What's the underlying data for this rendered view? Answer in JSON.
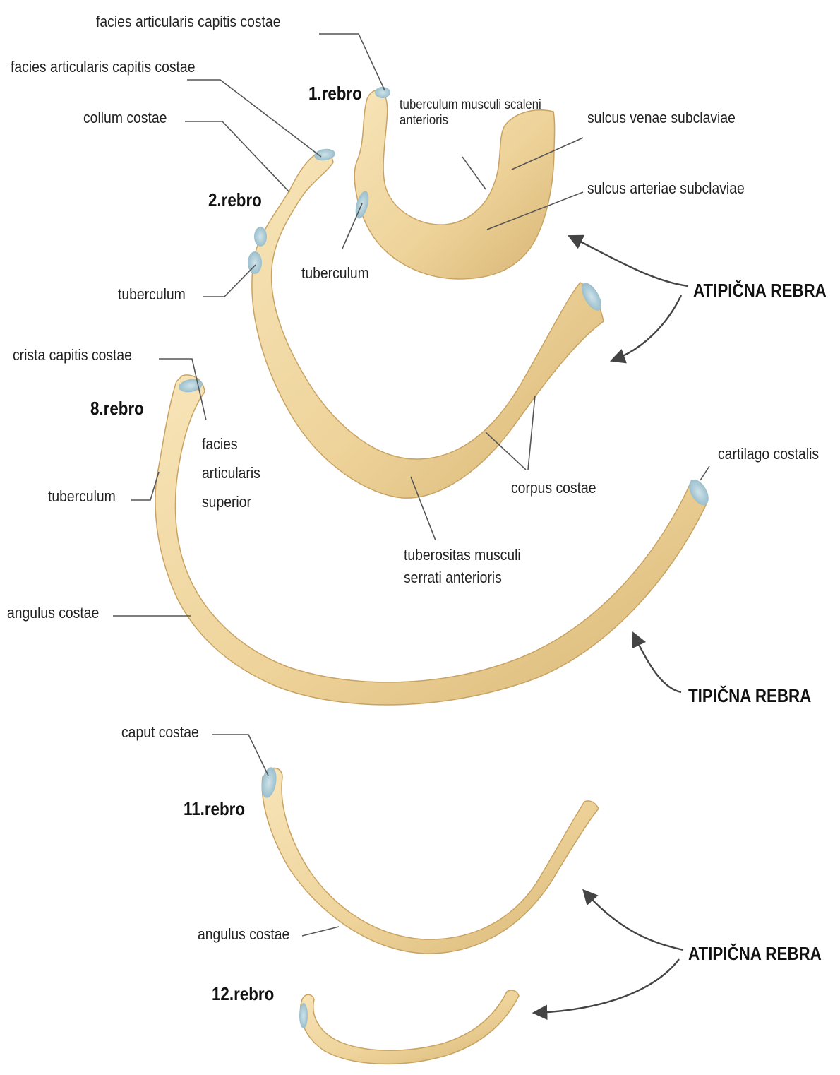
{
  "ribs": {
    "first": "1.rebro",
    "second": "2.rebro",
    "eighth": "8.rebro",
    "eleventh": "11.rebro",
    "twelfth": "12.rebro"
  },
  "groups": {
    "atypical_top": "ATIPIČNA REBRA",
    "typical": "TIPIČNA REBRA",
    "atypical_bottom": "ATIPIČNA REBRA"
  },
  "labels": {
    "facies_art_cap_1": "facies articularis capitis costae",
    "facies_art_cap_2": "facies articularis capitis costae",
    "collum_costae": "collum costae",
    "tuberculum_musc_scaleni": "tuberculum musculi scaleni anterioris",
    "sulcus_venae": "sulcus venae subclaviae",
    "sulcus_arteriae": "sulcus arteriae subclaviae",
    "tuberculum_1": "tuberculum",
    "tuberculum_2": "tuberculum",
    "crista_capitis": "crista capitis costae",
    "facies_art_sup": "facies articularis superior",
    "tuberculum_8": "tuberculum",
    "corpus_costae": "corpus costae",
    "cartilago_costalis": "cartilago costalis",
    "tuberositas": "tuberositas musculi serrati anterioris",
    "angulus_costae_8": "angulus costae",
    "caput_costae": "caput costae",
    "angulus_costae_11": "angulus costae"
  },
  "colors": {
    "bone": "#F1D9A5",
    "bone_shade": "#D9B774",
    "bone_edge": "#C8A363",
    "cartilage": "#A8CBD8",
    "leader": "#555555",
    "arrow": "#444444"
  }
}
